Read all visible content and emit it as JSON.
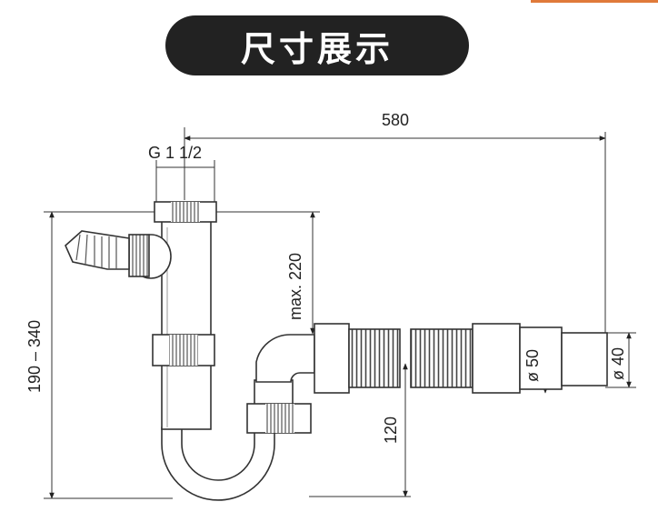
{
  "title": "尺寸展示",
  "dimensions": {
    "overall_length": "580",
    "thread": "G 1 1/2",
    "height_range": "190 – 340",
    "max_height": "max. 220",
    "hose_diameter": "ø 50",
    "outlet_diameter": "ø 40",
    "trap_depth": "120"
  },
  "colors": {
    "accent": "#e07a3a",
    "pill": "#222222"
  }
}
